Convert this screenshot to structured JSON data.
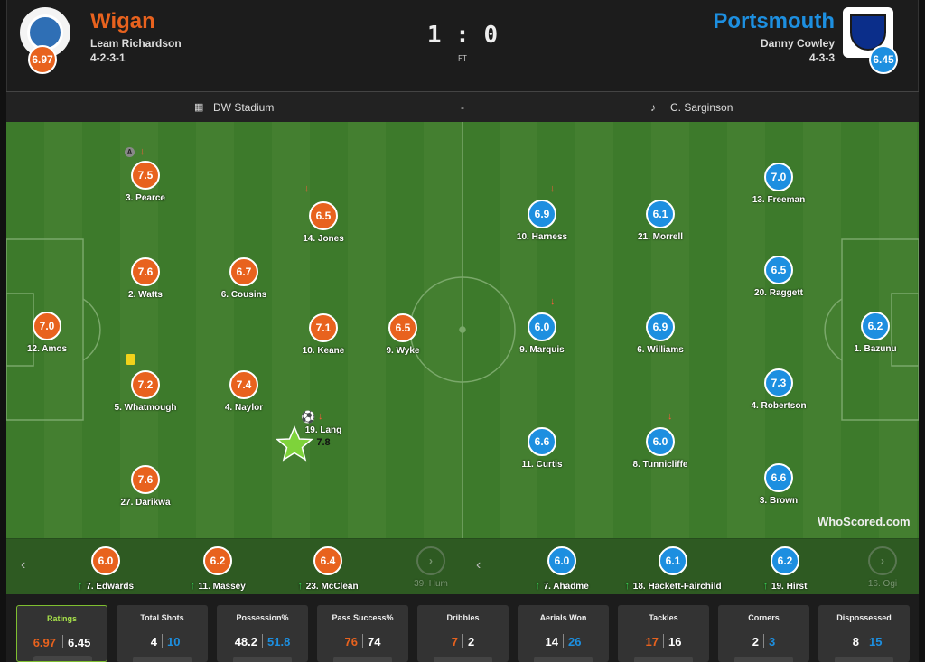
{
  "home": {
    "name": "Wigan",
    "manager": "Leam Richardson",
    "formation": "4-2-3-1",
    "rating": "6.97",
    "color": "#e8621e"
  },
  "away": {
    "name": "Portsmouth",
    "manager": "Danny Cowley",
    "formation": "4-3-3",
    "rating": "6.45",
    "color": "#1d8fe0"
  },
  "match": {
    "score": "1 : 0",
    "status": "FT",
    "stadium": "DW Stadium",
    "separator": "-",
    "referee": "C. Sarginson"
  },
  "home_players": [
    {
      "label": "12. Amos",
      "rating": "7.0"
    },
    {
      "label": "3. Pearce",
      "rating": "7.5"
    },
    {
      "label": "2. Watts",
      "rating": "7.6"
    },
    {
      "label": "5. Whatmough",
      "rating": "7.2"
    },
    {
      "label": "27. Darikwa",
      "rating": "7.6"
    },
    {
      "label": "6. Cousins",
      "rating": "6.7"
    },
    {
      "label": "4. Naylor",
      "rating": "7.4"
    },
    {
      "label": "14. Jones",
      "rating": "6.5"
    },
    {
      "label": "10. Keane",
      "rating": "7.1"
    },
    {
      "label": "19. Lang",
      "rating": "7.8"
    },
    {
      "label": "9. Wyke",
      "rating": "6.5"
    }
  ],
  "away_players": [
    {
      "label": "1. Bazunu",
      "rating": "6.2"
    },
    {
      "label": "13. Freeman",
      "rating": "7.0"
    },
    {
      "label": "20. Raggett",
      "rating": "6.5"
    },
    {
      "label": "4. Robertson",
      "rating": "7.3"
    },
    {
      "label": "3. Brown",
      "rating": "6.6"
    },
    {
      "label": "21. Morrell",
      "rating": "6.1"
    },
    {
      "label": "6. Williams",
      "rating": "6.9"
    },
    {
      "label": "8. Tunnicliffe",
      "rating": "6.0"
    },
    {
      "label": "10. Harness",
      "rating": "6.9"
    },
    {
      "label": "9. Marquis",
      "rating": "6.0"
    },
    {
      "label": "11. Curtis",
      "rating": "6.6"
    }
  ],
  "captain_badge": "A",
  "home_subs": [
    {
      "label": "7. Edwards",
      "rating": "6.0"
    },
    {
      "label": "11. Massey",
      "rating": "6.2"
    },
    {
      "label": "23. McClean",
      "rating": "6.4"
    },
    {
      "label": "39. Hum",
      "rating": ""
    }
  ],
  "away_subs": [
    {
      "label": "7. Ahadme",
      "rating": "6.0"
    },
    {
      "label": "18. Hackett-Fairchild",
      "rating": "6.1"
    },
    {
      "label": "19. Hirst",
      "rating": "6.2"
    },
    {
      "label": "16. Ogi",
      "rating": ""
    }
  ],
  "watermark": "WhoScored.com",
  "stats": [
    {
      "label": "Ratings",
      "home": "6.97",
      "away": "6.45"
    },
    {
      "label": "Total Shots",
      "home": "4",
      "away": "10"
    },
    {
      "label": "Possession%",
      "home": "48.2",
      "away": "51.8"
    },
    {
      "label": "Pass Success%",
      "home": "76",
      "away": "74"
    },
    {
      "label": "Dribbles",
      "home": "7",
      "away": "2"
    },
    {
      "label": "Aerials Won",
      "home": "14",
      "away": "26"
    },
    {
      "label": "Tackles",
      "home": "17",
      "away": "16"
    },
    {
      "label": "Corners",
      "home": "2",
      "away": "3"
    },
    {
      "label": "Dispossessed",
      "home": "8",
      "away": "15"
    }
  ]
}
